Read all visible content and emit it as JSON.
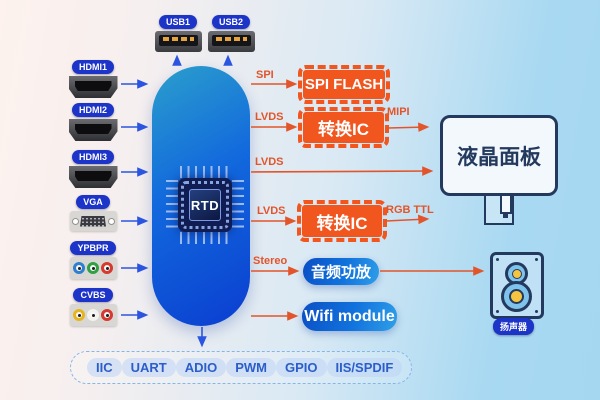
{
  "usb": [
    {
      "label": "USB1"
    },
    {
      "label": "USB2"
    }
  ],
  "inputs": [
    {
      "label": "HDMI1",
      "type": "hdmi"
    },
    {
      "label": "HDMI2",
      "type": "hdmi"
    },
    {
      "label": "HDMI3",
      "type": "hdmi"
    },
    {
      "label": "VGA",
      "type": "vga"
    },
    {
      "label": "YPBPR",
      "type": "rca",
      "jack_colors": [
        "#2e7fd0",
        "#2fa043",
        "#d5392f"
      ]
    },
    {
      "label": "CVBS",
      "type": "rca",
      "jack_colors": [
        "#e6b41e",
        "#f2f2ee",
        "#d5392f"
      ]
    }
  ],
  "chip": {
    "label": "RTD"
  },
  "buses": {
    "spi": "SPI",
    "lvds1": "LVDS",
    "lvds2": "LVDS",
    "lvds3": "LVDS",
    "stereo": "Stereo",
    "mipi": "MIPI",
    "rgb_ttl": "RGB TTL"
  },
  "modules": {
    "spi_flash": "SPI FLASH",
    "converter1": "转换IC",
    "converter2": "转换IC",
    "audio_amp": "音频功放",
    "wifi": "Wifi module"
  },
  "panel": {
    "label": "液晶面板"
  },
  "speaker": {
    "label": "扬声器"
  },
  "bottom_bus": [
    "IIC",
    "UART",
    "ADIO",
    "PWM",
    "GPIO",
    "IIS/SPDIF"
  ],
  "colors": {
    "arrow_blue": "#2b55e0",
    "arrow_orange": "#e2552b",
    "module_orange": "#f2561f",
    "label_pill_blue": "#1d34c8",
    "panel_outline": "#24395e"
  }
}
